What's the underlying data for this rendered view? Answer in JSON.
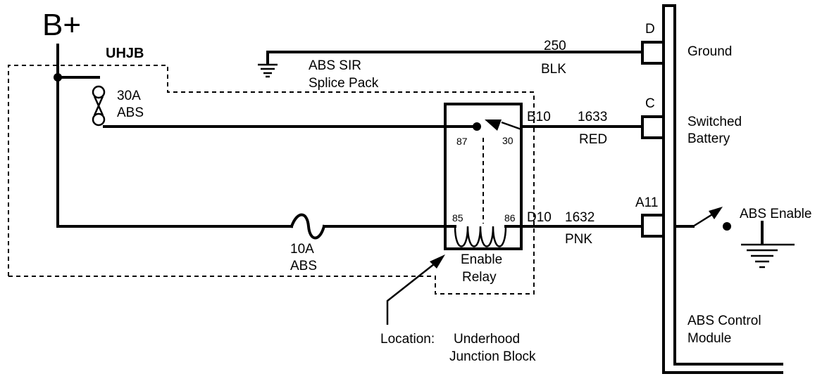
{
  "supply": {
    "label": "B+"
  },
  "junction_block": {
    "label": "UHJB"
  },
  "fuse_30a": {
    "rating": "30A",
    "circuit": "ABS"
  },
  "fuse_10a": {
    "rating": "10A",
    "circuit": "ABS"
  },
  "ground_splice": {
    "line1": "ABS SIR",
    "line2": "Splice Pack"
  },
  "relay": {
    "name_line1": "Enable",
    "name_line2": "Relay",
    "pin_87": "87",
    "pin_30": "30",
    "pin_85": "85",
    "pin_86": "86"
  },
  "wires": {
    "ground": {
      "circuit": "250",
      "color": "BLK"
    },
    "battery": {
      "connector": "B10",
      "circuit": "1633",
      "color": "RED"
    },
    "enable": {
      "connector": "D10",
      "circuit": "1632",
      "color": "PNK"
    }
  },
  "module": {
    "name_line1": "ABS Control",
    "name_line2": "Module",
    "pins": {
      "ground": {
        "pin": "D",
        "label": "Ground"
      },
      "battery": {
        "pin": "C",
        "label_line1": "Switched",
        "label_line2": "Battery"
      },
      "enable": {
        "pin": "A11",
        "label": "ABS Enable"
      }
    }
  },
  "location": {
    "prefix": "Location:",
    "line1": "Underhood",
    "line2": "Junction Block"
  }
}
